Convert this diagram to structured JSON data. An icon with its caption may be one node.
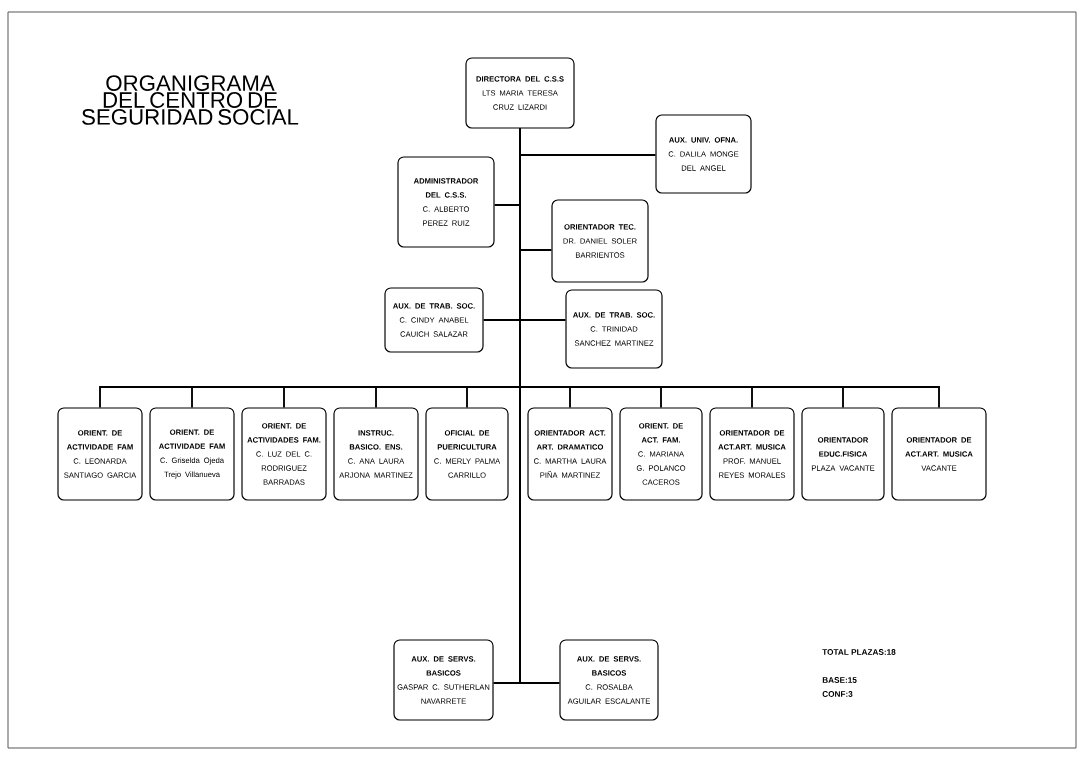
{
  "diagram": {
    "title": "ORGANIGRAMA DEL CENTRO DE SEGURIDAD SOCIAL",
    "nodes": [
      {
        "text": [
          "DIRECTORA DEL C.S.S",
          "LTS MARIA TERESA CRUZ LIZARDI"
        ]
      },
      {
        "text": [
          "AUX. UNIV. OFNA.",
          "C. DALILA MONGE DEL ANGEL"
        ]
      },
      {
        "text": [
          "ADMINISTRADOR DEL C.S.S.",
          "C. ALBERTO PEREZ RUIZ"
        ]
      },
      {
        "text": [
          "ORIENTADOR TEC.",
          "DR. DANIEL SOLER BARRIENTOS"
        ]
      },
      {
        "text": [
          "AUX. DE TRAB. SOC.",
          "C. CINDY ANABEL CAUICH SALAZAR"
        ]
      },
      {
        "text": [
          "AUX. DE TRAB. SOC.",
          "C. TRINIDAD SANCHEZ MARTINEZ"
        ]
      },
      {
        "text": [
          "ORIENT. DE ACTIVIDADE FAM",
          "C. LEONARDA SANTIAGO GARCIA"
        ]
      },
      {
        "text": [
          "ORIENT. DE ACTIVIDADE FAM",
          "C. Griselda Ojeda Trejo Villanueva"
        ]
      },
      {
        "text": [
          "ORIENT. DE ACTIVIDADES FAM.",
          "C. LUZ DEL C. RODRIGUEZ BARRADAS"
        ]
      },
      {
        "text": [
          "INSTRUC. BASICO. ENS.",
          "C. ANA LAURA ARJONA MARTINEZ"
        ]
      },
      {
        "text": [
          "OFICIAL DE PUERICULTURA",
          "C. MERLY PALMA CARRILLO"
        ]
      },
      {
        "text": [
          "ORIENTADOR ACT. ART. DRAMATICO",
          "C. MARTHA LAURA PIÑA MARTINEZ"
        ]
      },
      {
        "text": [
          "ORIENT. DE ACT. FAM.",
          "C. MARIANA G. POLANCO CACEROS"
        ]
      },
      {
        "text": [
          "ORIENTADOR DE ACT.ART. MUSICA",
          "PROF. MANUEL REYES MORALES"
        ]
      },
      {
        "text": [
          "ORIENTADOR EDUC.FISICA",
          "PLAZA VACANTE"
        ]
      },
      {
        "text": [
          "ORIENTADOR DE ACT.ART. MUSICA",
          "VACANTE"
        ]
      },
      {
        "text": [
          "AUX. DE SERVS. BASICOS",
          "GASPAR C. SUTHERLAN NAVARRETE"
        ]
      },
      {
        "text": [
          "AUX. DE SERVS. BASICOS",
          "C. ROSALBA AGUILAR ESCALANTE"
        ]
      }
    ],
    "edges": [
      {
        "from": 0,
        "to": 1,
        "arrow": "none"
      },
      {
        "from": 0,
        "to": 2,
        "arrow": "none"
      },
      {
        "from": 0,
        "to": 3,
        "arrow": "none"
      },
      {
        "from": 0,
        "to": 4,
        "arrow": "none"
      },
      {
        "from": 0,
        "to": 5,
        "arrow": "none"
      },
      {
        "from": 0,
        "to": 6,
        "arrow": "none"
      },
      {
        "from": 0,
        "to": 7,
        "arrow": "none"
      },
      {
        "from": 0,
        "to": 8,
        "arrow": "none"
      },
      {
        "from": 0,
        "to": 9,
        "arrow": "none"
      },
      {
        "from": 0,
        "to": 10,
        "arrow": "none"
      },
      {
        "from": 0,
        "to": 11,
        "arrow": "none"
      },
      {
        "from": 0,
        "to": 12,
        "arrow": "none"
      },
      {
        "from": 0,
        "to": 13,
        "arrow": "none"
      },
      {
        "from": 0,
        "to": 14,
        "arrow": "none"
      },
      {
        "from": 0,
        "to": 15,
        "arrow": "none"
      },
      {
        "from": 0,
        "to": 16,
        "arrow": "none"
      },
      {
        "from": 0,
        "to": 17,
        "arrow": "none"
      }
    ],
    "labels": [
      "TOTAL PLAZAS:18",
      "BASE:15",
      "CONF:3"
    ]
  }
}
